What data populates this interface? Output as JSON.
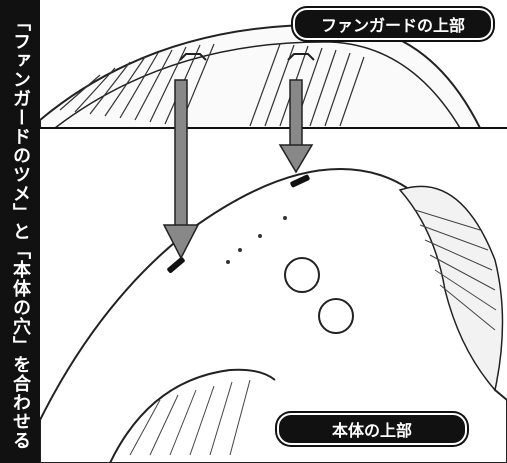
{
  "side_label": "「ファンガードのツメ」と「本体の穴」を合わせる",
  "label_top": "ファンガードの上部",
  "label_bottom": "本体の上部",
  "icons": {
    "fan_guard": "fan-guard-illustration",
    "body": "fan-body-illustration",
    "arrow": "down-arrow-icon"
  }
}
